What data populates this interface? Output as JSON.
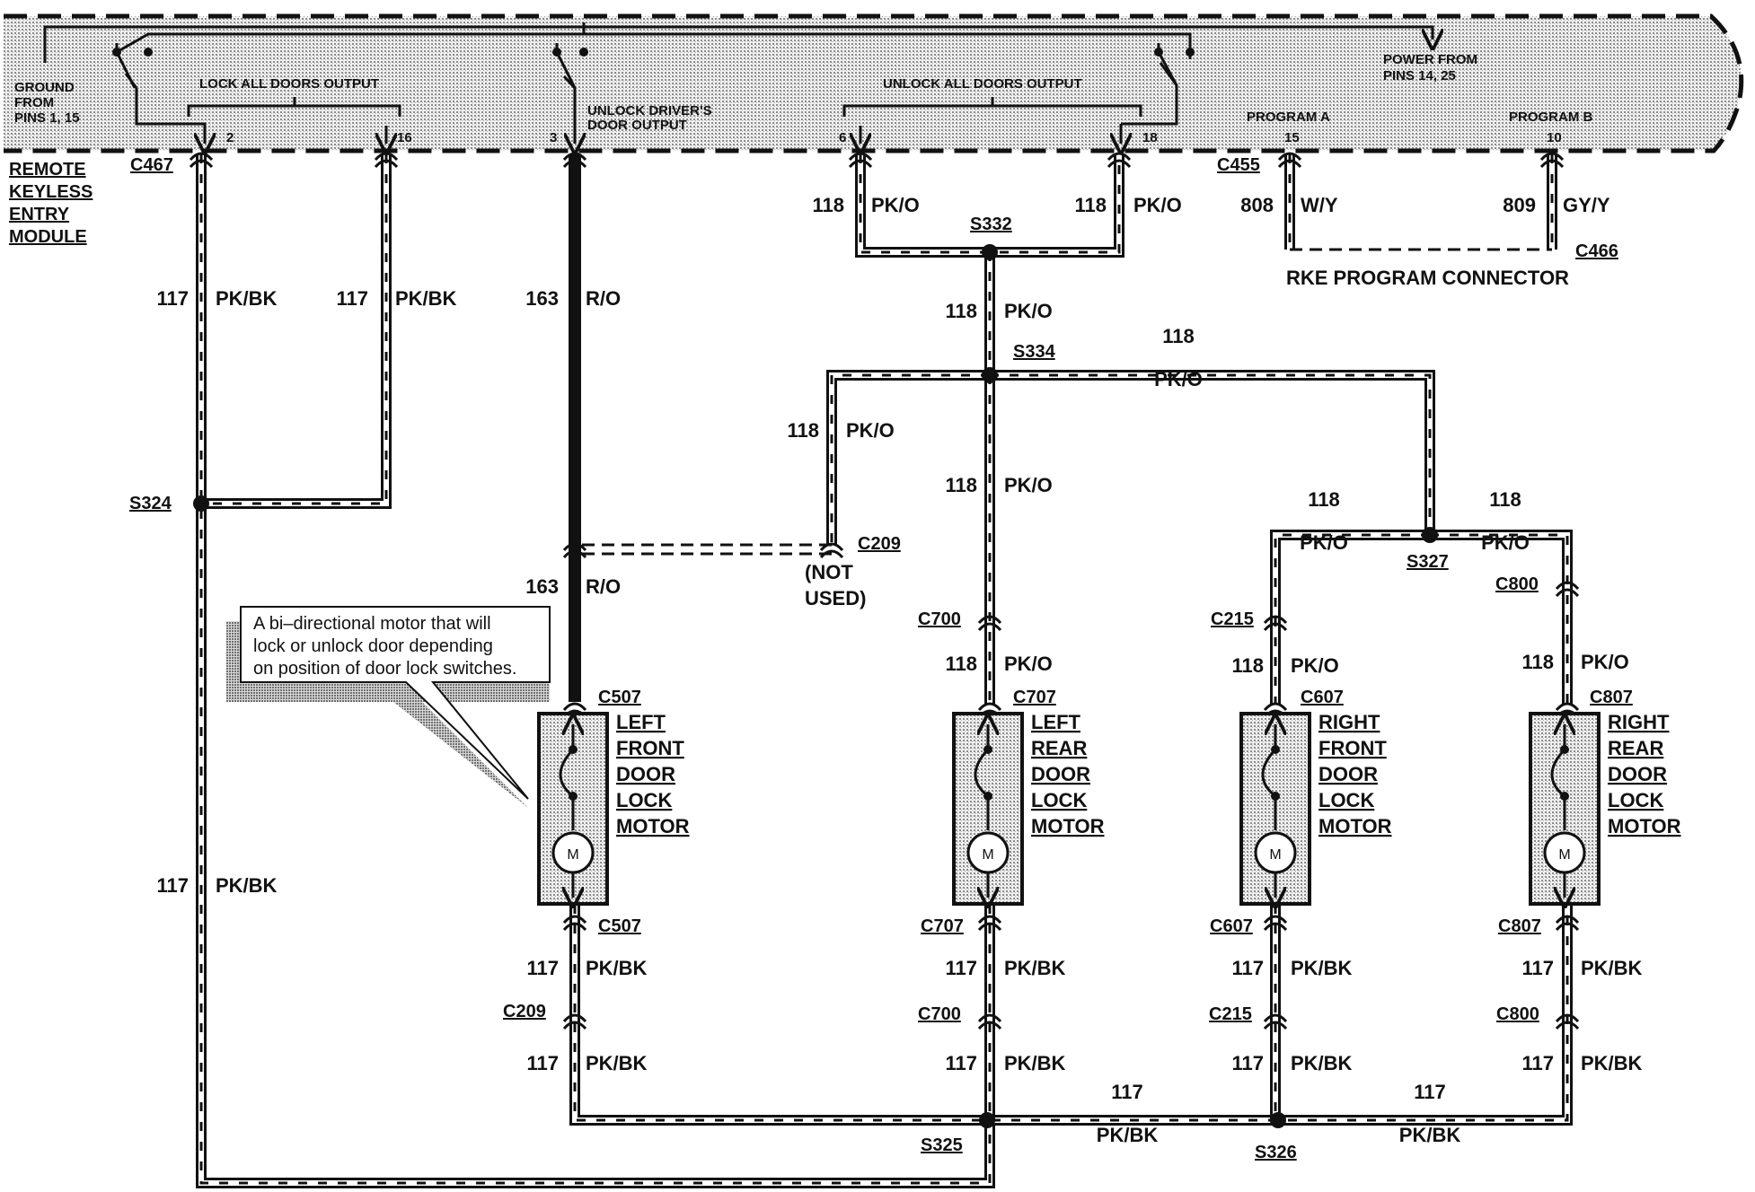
{
  "module": {
    "name_lines": [
      "REMOTE",
      "KEYLESS",
      "ENTRY",
      "MODULE"
    ],
    "ground_lines": [
      "GROUND",
      "FROM",
      "PINS 1, 15"
    ],
    "power_lines": [
      "POWER FROM",
      "PINS 14, 25"
    ],
    "lock_output": "LOCK ALL DOORS OUTPUT",
    "unlock_driver_lines": [
      "UNLOCK DRIVER'S",
      "DOOR OUTPUT"
    ],
    "unlock_all_output": "UNLOCK ALL DOORS OUTPUT",
    "program_a": "PROGRAM A",
    "program_b": "PROGRAM B",
    "pins": [
      "2",
      "16",
      "3",
      "6",
      "18",
      "15",
      "10"
    ]
  },
  "connectors": {
    "c467": "C467",
    "c455": "C455",
    "c466": "C466",
    "s324": "S324",
    "s332": "S332",
    "s334": "S334",
    "s327": "S327",
    "c209_top": "C209",
    "c209_bottom": "C209",
    "c700_top": "C700",
    "c700_bottom": "C700",
    "c215_top": "C215",
    "c215_bottom": "C215",
    "c800_top": "C800",
    "c800_bottom": "C800",
    "c507_top": "C507",
    "c507_bottom": "C507",
    "c707_top": "C707",
    "c707_bottom": "C707",
    "c607_top": "C607",
    "c607_bottom": "C607",
    "c807_top": "C807",
    "c807_bottom": "C807",
    "s325": "S325",
    "s326": "S326"
  },
  "rke_connector": "RKE PROGRAM CONNECTOR",
  "not_used_lines": [
    "(NOT",
    "USED)"
  ],
  "wire_labels": [
    {
      "circuit": "117",
      "color": "PK/BK"
    },
    {
      "circuit": "117",
      "color": "PK/BK"
    },
    {
      "circuit": "163",
      "color": "R/O"
    },
    {
      "circuit": "118",
      "color": "PK/O"
    },
    {
      "circuit": "118",
      "color": "PK/O"
    },
    {
      "circuit": "808",
      "color": "W/Y"
    },
    {
      "circuit": "809",
      "color": "GY/Y"
    },
    {
      "circuit": "118",
      "color": "PK/O"
    },
    {
      "circuit": "118",
      "color": "PK/O"
    },
    {
      "circuit": "118",
      "color": "PK/O"
    },
    {
      "circuit": "118",
      "color": "PK/O"
    },
    {
      "circuit": "163",
      "color": "R/O"
    },
    {
      "circuit": "118",
      "color": "PK/O"
    },
    {
      "circuit": "118",
      "color": "PK/O"
    },
    {
      "circuit": "118",
      "color": "PK/O"
    },
    {
      "circuit": "118",
      "color": "PK/O"
    },
    {
      "circuit": "118",
      "color": "PK/O"
    },
    {
      "circuit": "117",
      "color": "PK/BK"
    },
    {
      "circuit": "117",
      "color": "PK/BK"
    },
    {
      "circuit": "117",
      "color": "PK/BK"
    },
    {
      "circuit": "117",
      "color": "PK/BK"
    },
    {
      "circuit": "117",
      "color": "PK/BK"
    },
    {
      "circuit": "117",
      "color": "PK/BK"
    },
    {
      "circuit": "117",
      "color": "PK/BK"
    },
    {
      "circuit": "117",
      "color": "PK/BK"
    },
    {
      "circuit": "117",
      "color": "PK/BK"
    },
    {
      "circuit": "117",
      "color": "PK/BK"
    },
    {
      "circuit": "117",
      "color": "PK/BK"
    }
  ],
  "motors": [
    {
      "lines": [
        "LEFT",
        "FRONT",
        "DOOR",
        "LOCK",
        "MOTOR"
      ],
      "symbol": "M"
    },
    {
      "lines": [
        "LEFT",
        "REAR",
        "DOOR",
        "LOCK",
        "MOTOR"
      ],
      "symbol": "M"
    },
    {
      "lines": [
        "RIGHT",
        "FRONT",
        "DOOR",
        "LOCK",
        "MOTOR"
      ],
      "symbol": "M"
    },
    {
      "lines": [
        "RIGHT",
        "REAR",
        "DOOR",
        "LOCK",
        "MOTOR"
      ],
      "symbol": "M"
    }
  ],
  "callout_lines": [
    "A bi–directional motor that will",
    "lock or unlock door depending",
    "on position of door lock switches."
  ],
  "colors": {
    "ink": "#111111",
    "halftone": "#bdbdbd",
    "background": "#ffffff"
  }
}
